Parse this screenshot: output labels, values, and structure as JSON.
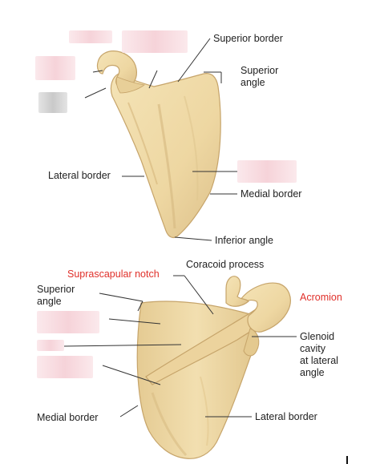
{
  "top_view": {
    "labels": {
      "superior_border": "Superior border",
      "superior_angle_line1": "Superior",
      "superior_angle_line2": "angle",
      "lateral_border": "Lateral border",
      "medial_border": "Medial border",
      "inferior_angle": "Inferior angle"
    }
  },
  "bottom_view": {
    "labels": {
      "suprascapular_notch": "Suprascapular notch",
      "coracoid_process": "Coracoid process",
      "superior_angle_line1": "Superior",
      "superior_angle_line2": "angle",
      "acromion": "Acromion",
      "glenoid_line1": "Glenoid",
      "glenoid_line2": "cavity",
      "glenoid_line3": "at lateral",
      "glenoid_line4": "angle",
      "medial_border": "Medial border",
      "lateral_border": "Lateral border"
    }
  },
  "colors": {
    "bone_fill": "#f0dcaa",
    "bone_shadow": "#d9bd82",
    "bone_outline": "#c6a46a",
    "leader_line": "#333333",
    "highlight_label": "#e0302a",
    "redaction_mask": "#f6d3d9"
  }
}
